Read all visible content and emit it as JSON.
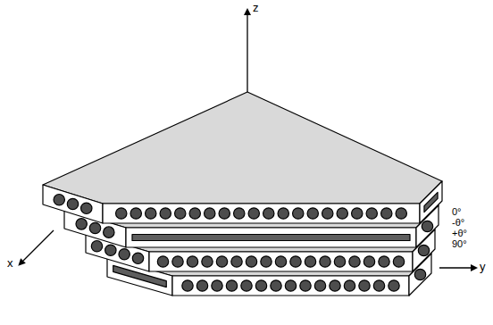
{
  "diagram": {
    "labels": [
      "z",
      "0°",
      "-θ°",
      "+θ°",
      "90°",
      "x",
      "y"
    ]
  }
}
